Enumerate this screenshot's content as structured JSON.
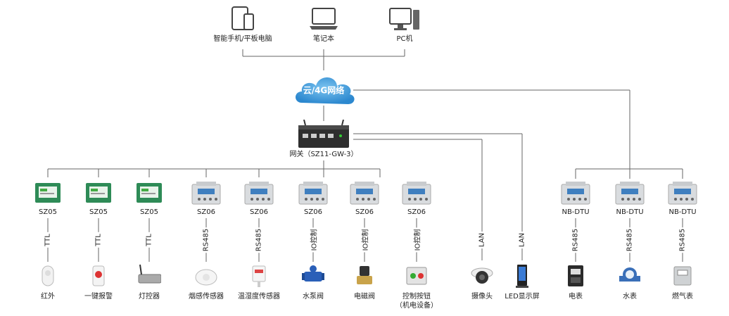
{
  "top_devices": [
    {
      "label": "智能手机/平板电脑",
      "icon": "tablet-phone-icon"
    },
    {
      "label": "笔记本",
      "icon": "laptop-icon"
    },
    {
      "label": "PC机",
      "icon": "desktop-pc-icon"
    }
  ],
  "cloud": {
    "label": "云/4G网络"
  },
  "gateway": {
    "label": "网关（SZ11-GW-3）"
  },
  "modules": [
    {
      "model": "SZ05",
      "link": "TTL",
      "device": "红外"
    },
    {
      "model": "SZ05",
      "link": "TTL",
      "device": "一键报警"
    },
    {
      "model": "SZ05",
      "link": "TTL",
      "device": "灯控器"
    },
    {
      "model": "SZ06",
      "link": "RS485",
      "device": "烟感传感器"
    },
    {
      "model": "SZ06",
      "link": "RS485",
      "device": "温湿度传感器"
    },
    {
      "model": "SZ06",
      "link": "IO控制",
      "device": "水泵阀"
    },
    {
      "model": "SZ06",
      "link": "IO控制",
      "device": "电磁阀"
    },
    {
      "model": "SZ06",
      "link": "IO控制",
      "device": "控制按钮",
      "device_line2": "（机电设备）"
    }
  ],
  "lan_devices": [
    {
      "link": "LAN",
      "device": "摄像头"
    },
    {
      "link": "LAN",
      "device": "LED显示屏"
    }
  ],
  "nb_modules": [
    {
      "model": "NB-DTU",
      "link": "RS485",
      "device": "电表"
    },
    {
      "model": "NB-DTU",
      "link": "RS485",
      "device": "水表"
    },
    {
      "model": "NB-DTU",
      "link": "RS485",
      "device": "燃气表"
    }
  ],
  "colors": {
    "line": "#666666",
    "cloud": "#3a9ad9",
    "zigbee_board": "#2e8b57",
    "din_module": "#d9dcdf"
  }
}
